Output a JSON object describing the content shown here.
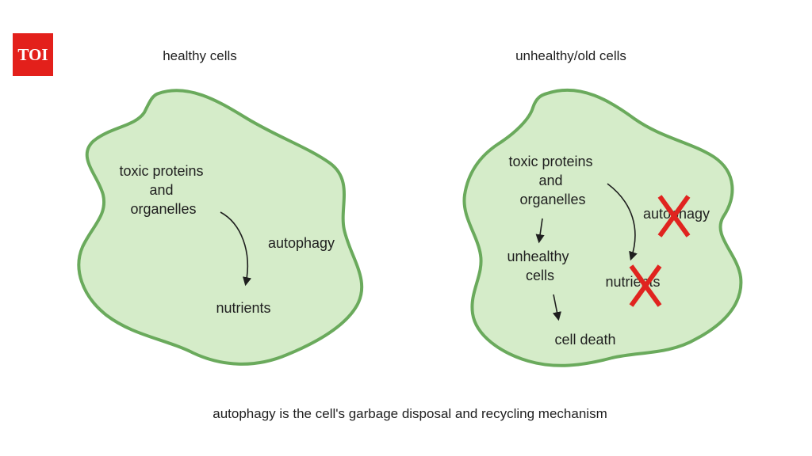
{
  "logo": {
    "text": "TOI",
    "color": "#e3201b"
  },
  "left_panel": {
    "title": "healthy cells",
    "source": "toxic proteins\nand\norganelles",
    "process": "autophagy",
    "result": "nutrients"
  },
  "right_panel": {
    "title": "unhealthy/old cells",
    "source": "toxic proteins\nand\norganelles",
    "blocked_process": "autophagy",
    "blocked_result": "nutrients",
    "intermediate": "unhealthy\ncells",
    "outcome": "cell death"
  },
  "caption": "autophagy is the cell's garbage disposal and recycling mechanism",
  "colors": {
    "cell_fill": "#d5ecc9",
    "cell_outline": "#6aaa5c",
    "cross": "#e0241f",
    "text": "#1f1f1f"
  },
  "icons": {
    "blocked_marker": "red-x-icon"
  }
}
